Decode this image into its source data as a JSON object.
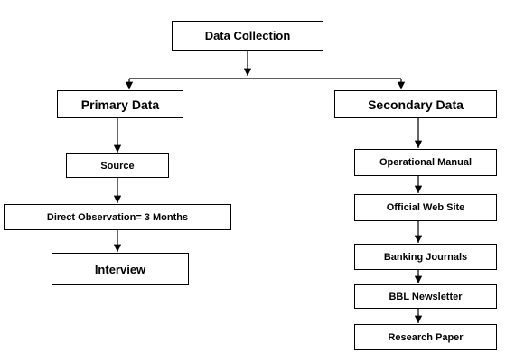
{
  "nodes": {
    "root": "Data Collection",
    "primary": "Primary Data",
    "secondary": "Secondary Data",
    "source": "Source",
    "direct_observation": "Direct Observation= 3 Months",
    "interview": "Interview",
    "operational_manual": "Operational Manual",
    "official_web_site": "Official Web Site",
    "banking_journals": "Banking Journals",
    "bbl_newsletter": "BBL Newsletter",
    "research_paper": "Research Paper"
  },
  "colors": {
    "line": "#000000",
    "box_border": "#000000",
    "background": "#ffffff"
  }
}
